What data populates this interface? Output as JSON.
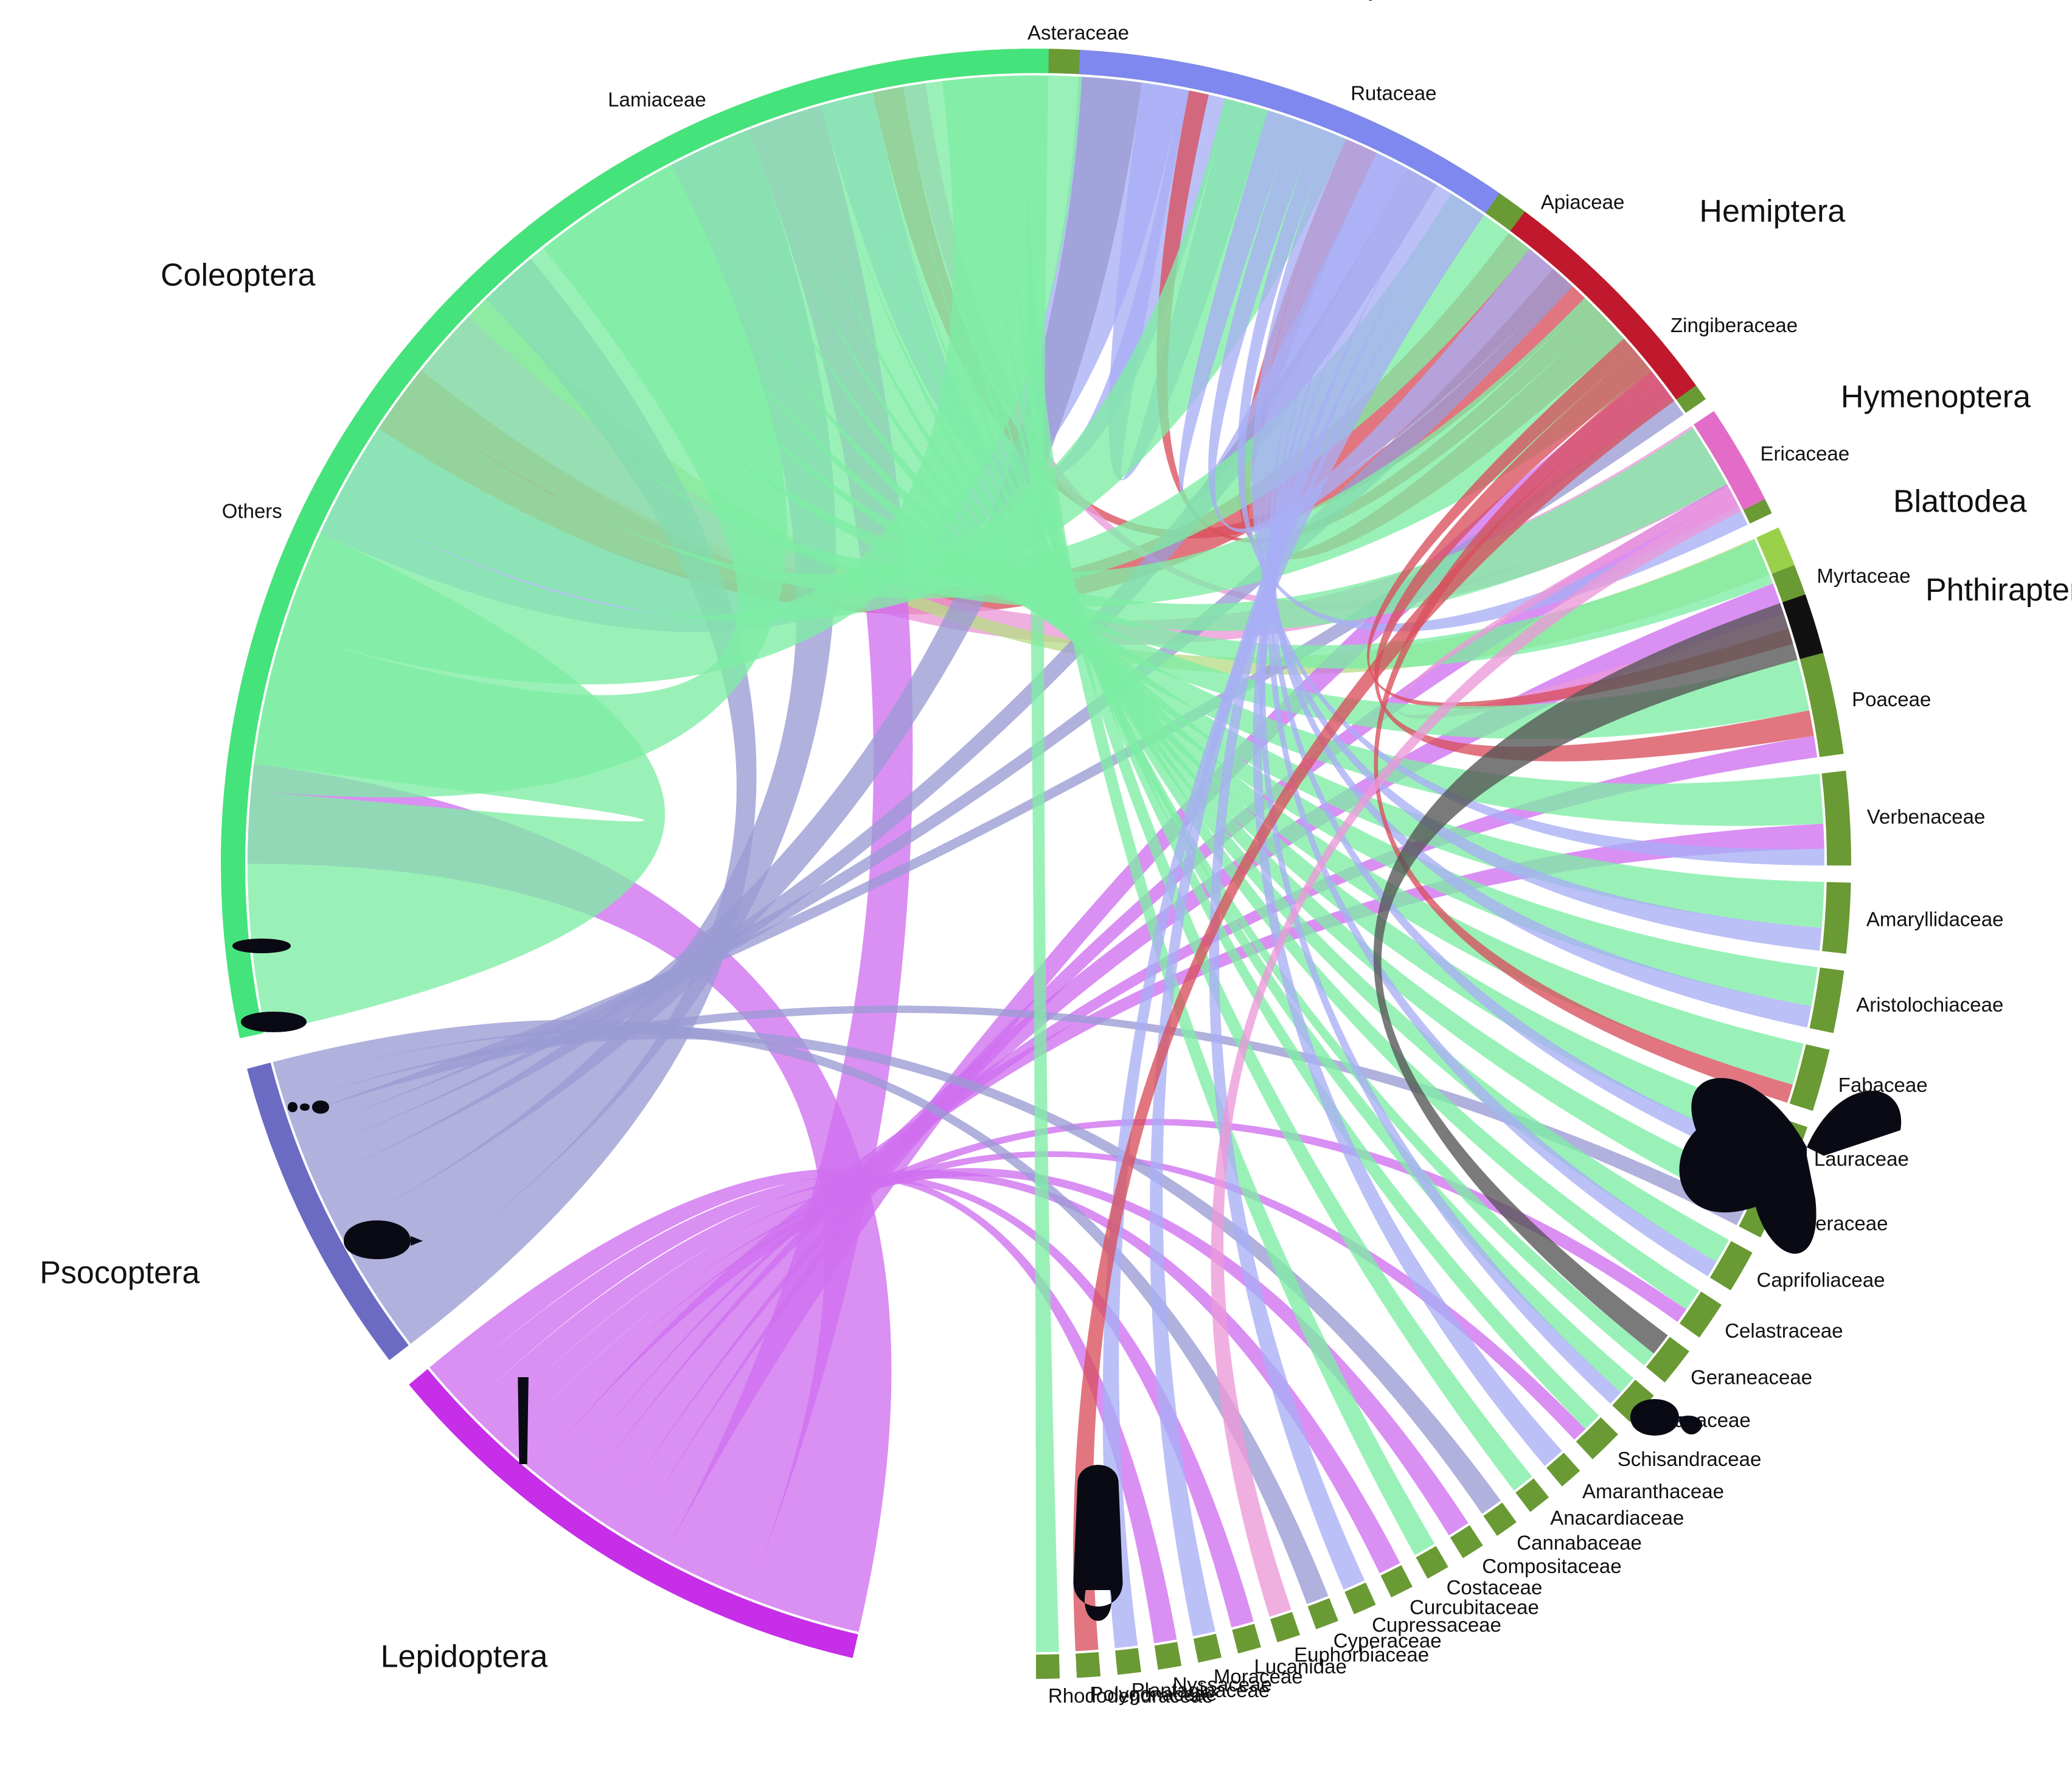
{
  "plant_families": [
    {
      "label": "Others",
      "weight": 18
    },
    {
      "label": "Lamiaceae",
      "weight": 11
    },
    {
      "label": "Asteraceae",
      "weight": 7
    },
    {
      "label": "Rutaceae",
      "weight": 6
    },
    {
      "label": "Apiaceae",
      "weight": 4
    },
    {
      "label": "Zingiberaceae",
      "weight": 4
    },
    {
      "label": "Ericaceae",
      "weight": 2.9
    },
    {
      "label": "Myrtaceae",
      "weight": 2.9
    },
    {
      "label": "Poaceae",
      "weight": 2.6
    },
    {
      "label": "Verbenaceae",
      "weight": 2.4
    },
    {
      "label": "Amaryllidaceae",
      "weight": 1.8
    },
    {
      "label": "Aristolochiaceae",
      "weight": 1.6
    },
    {
      "label": "Fabaceae",
      "weight": 1.6
    },
    {
      "label": "Lauraceae",
      "weight": 1.4
    },
    {
      "label": "Piperaceae",
      "weight": 1.2
    },
    {
      "label": "Caprifoliaceae",
      "weight": 1.1
    },
    {
      "label": "Celastraceae",
      "weight": 1.0
    },
    {
      "label": "Geraneaceae",
      "weight": 1.0
    },
    {
      "label": "Olacaceae",
      "weight": 0.9
    },
    {
      "label": "Schisandraceae",
      "weight": 0.9
    },
    {
      "label": "Amaranthaceae",
      "weight": 0.6
    },
    {
      "label": "Anacardiaceae",
      "weight": 0.6
    },
    {
      "label": "Cannabaceae",
      "weight": 0.6
    },
    {
      "label": "Compositaceae",
      "weight": 0.6
    },
    {
      "label": "Costaceae",
      "weight": 0.6
    },
    {
      "label": "Curcubitaceae",
      "weight": 0.6
    },
    {
      "label": "Cupressaceae",
      "weight": 0.6
    },
    {
      "label": "Cyperaceae",
      "weight": 0.6
    },
    {
      "label": "Euphorbiaceae",
      "weight": 0.6
    },
    {
      "label": "Lucanidae",
      "weight": 0.6
    },
    {
      "label": "Moraceae",
      "weight": 0.6
    },
    {
      "label": "Nyssaceae",
      "weight": 0.6
    },
    {
      "label": "Plantaginaceae",
      "weight": 0.6
    },
    {
      "label": "Polygonaceae",
      "weight": 0.6
    },
    {
      "label": "Rhododendraceae",
      "weight": 0.6
    }
  ],
  "insect_orders": [
    {
      "label": "Lepidoptera",
      "weight": 13,
      "color": "#c62ee8",
      "ribbon_color": "#d070f0"
    },
    {
      "label": "Psocoptera",
      "weight": 8,
      "color": "#6b6bc4",
      "ribbon_color": "#9b9bd4"
    },
    {
      "label": "Coleoptera",
      "weight": 36,
      "color": "#45e37c",
      "ribbon_color": "#7eeda4"
    },
    {
      "label": "Diptera",
      "weight": 11,
      "color": "#7f88ee",
      "ribbon_color": "#a8aef5"
    },
    {
      "label": "Hemiptera",
      "weight": 6,
      "color": "#c0182c",
      "ribbon_color": "#d94f5c"
    },
    {
      "label": "Hymenoptera",
      "weight": 2.5,
      "color": "#e26cc8",
      "ribbon_color": "#ec98d8"
    },
    {
      "label": "Blattodea",
      "weight": 1,
      "color": "#9ad04a",
      "ribbon_color": "#b7dc88"
    },
    {
      "label": "Phthiraptera",
      "weight": 1.5,
      "color": "#111111",
      "ribbon_color": "#555555"
    }
  ],
  "colors": {
    "plant_arc": "#6a9a34",
    "background": "#ffffff"
  },
  "icons": [
    "moth-icon",
    "bark-louse-icon",
    "weevil-icon",
    "mosquito-icon",
    "stink-bug-icon",
    "ant-icon",
    "cockroach-icon",
    "louse-icon"
  ],
  "links": [
    [
      "Others",
      "Lepidoptera",
      2.5
    ],
    [
      "Others",
      "Coleoptera",
      6
    ],
    [
      "Others",
      "Diptera",
      3
    ],
    [
      "Others",
      "Hemiptera",
      1.8
    ],
    [
      "Others",
      "Hymenoptera",
      1.8
    ],
    [
      "Others",
      "Blattodea",
      0.6
    ],
    [
      "Others",
      "Psocoptera",
      1.5
    ],
    [
      "Lamiaceae",
      "Coleoptera",
      4
    ],
    [
      "Lamiaceae",
      "Psocoptera",
      2.2
    ],
    [
      "Lamiaceae",
      "Lepidoptera",
      2
    ],
    [
      "Lamiaceae",
      "Diptera",
      1.4
    ],
    [
      "Lamiaceae",
      "Hemiptera",
      0.8
    ],
    [
      "Lamiaceae",
      "Hymenoptera",
      0.6
    ],
    [
      "Asteraceae",
      "Coleoptera",
      3.5
    ],
    [
      "Asteraceae",
      "Psocoptera",
      1.5
    ],
    [
      "Asteraceae",
      "Diptera",
      1.2
    ],
    [
      "Asteraceae",
      "Hemiptera",
      0.5
    ],
    [
      "Rutaceae",
      "Coleoptera",
      3
    ],
    [
      "Rutaceae",
      "Hemiptera",
      0.8
    ],
    [
      "Rutaceae",
      "Diptera",
      0.8
    ],
    [
      "Rutaceae",
      "Psocoptera",
      0.8
    ],
    [
      "Apiaceae",
      "Coleoptera",
      2.2
    ],
    [
      "Apiaceae",
      "Diptera",
      0.7
    ],
    [
      "Apiaceae",
      "Psocoptera",
      0.6
    ],
    [
      "Zingiberaceae",
      "Coleoptera",
      2.4
    ],
    [
      "Zingiberaceae",
      "Lepidoptera",
      0.8
    ],
    [
      "Zingiberaceae",
      "Psocoptera",
      0.5
    ],
    [
      "Ericaceae",
      "Coleoptera",
      1.6
    ],
    [
      "Ericaceae",
      "Lepidoptera",
      0.6
    ],
    [
      "Ericaceae",
      "Diptera",
      0.5
    ],
    [
      "Myrtaceae",
      "Coleoptera",
      1.2
    ],
    [
      "Myrtaceae",
      "Lepidoptera",
      0.8
    ],
    [
      "Myrtaceae",
      "Hymenoptera",
      0.4
    ],
    [
      "Myrtaceae",
      "Hemiptera",
      0.4
    ],
    [
      "Poaceae",
      "Coleoptera",
      1.2
    ],
    [
      "Poaceae",
      "Hemiptera",
      0.6
    ],
    [
      "Poaceae",
      "Lepidoptera",
      0.5
    ],
    [
      "Verbenaceae",
      "Coleoptera",
      1.2
    ],
    [
      "Verbenaceae",
      "Lepidoptera",
      0.6
    ],
    [
      "Verbenaceae",
      "Diptera",
      0.4
    ],
    [
      "Amaryllidaceae",
      "Coleoptera",
      1
    ],
    [
      "Amaryllidaceae",
      "Diptera",
      0.5
    ],
    [
      "Aristolochiaceae",
      "Coleoptera",
      0.9
    ],
    [
      "Aristolochiaceae",
      "Diptera",
      0.5
    ],
    [
      "Fabaceae",
      "Coleoptera",
      0.9
    ],
    [
      "Fabaceae",
      "Hemiptera",
      0.4
    ],
    [
      "Lauraceae",
      "Coleoptera",
      0.8
    ],
    [
      "Lauraceae",
      "Diptera",
      0.4
    ],
    [
      "Piperaceae",
      "Coleoptera",
      0.7
    ],
    [
      "Piperaceae",
      "Psocoptera",
      0.4
    ],
    [
      "Caprifoliaceae",
      "Coleoptera",
      0.6
    ],
    [
      "Caprifoliaceae",
      "Diptera",
      0.4
    ],
    [
      "Celastraceae",
      "Coleoptera",
      0.6
    ],
    [
      "Celastraceae",
      "Lepidoptera",
      0.4
    ],
    [
      "Geraneaceae",
      "Phthiraptera",
      0.6
    ],
    [
      "Geraneaceae",
      "Coleoptera",
      0.4
    ],
    [
      "Olacaceae",
      "Coleoptera",
      0.5
    ],
    [
      "Olacaceae",
      "Diptera",
      0.4
    ],
    [
      "Schisandraceae",
      "Coleoptera",
      0.5
    ],
    [
      "Schisandraceae",
      "Lepidoptera",
      0.4
    ],
    [
      "Amaranthaceae",
      "Diptera",
      0.6
    ],
    [
      "Anacardiaceae",
      "Coleoptera",
      0.6
    ],
    [
      "Cannabaceae",
      "Psocoptera",
      0.6
    ],
    [
      "Compositaceae",
      "Lepidoptera",
      0.6
    ],
    [
      "Costaceae",
      "Coleoptera",
      0.6
    ],
    [
      "Curcubitaceae",
      "Lepidoptera",
      0.6
    ],
    [
      "Cupressaceae",
      "Diptera",
      0.6
    ],
    [
      "Cyperaceae",
      "Psocoptera",
      0.6
    ],
    [
      "Euphorbiaceae",
      "Hymenoptera",
      0.6
    ],
    [
      "Lucanidae",
      "Lepidoptera",
      0.6
    ],
    [
      "Moraceae",
      "Diptera",
      0.6
    ],
    [
      "Nyssaceae",
      "Lepidoptera",
      0.6
    ],
    [
      "Plantaginaceae",
      "Diptera",
      0.6
    ],
    [
      "Polygonaceae",
      "Hemiptera",
      0.6
    ],
    [
      "Rhododendraceae",
      "Coleoptera",
      0.6
    ]
  ]
}
